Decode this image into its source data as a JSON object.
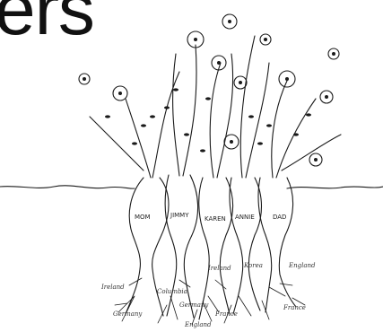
{
  "title": "ers",
  "people": [
    "MOM",
    "JIMMY",
    "KAREN",
    "ANNIE",
    "DAD"
  ],
  "origins": [
    "Ireland",
    "Germany",
    "Columbia",
    "Germany",
    "England",
    "France",
    "Ireland",
    "Korea",
    "England",
    "France"
  ]
}
